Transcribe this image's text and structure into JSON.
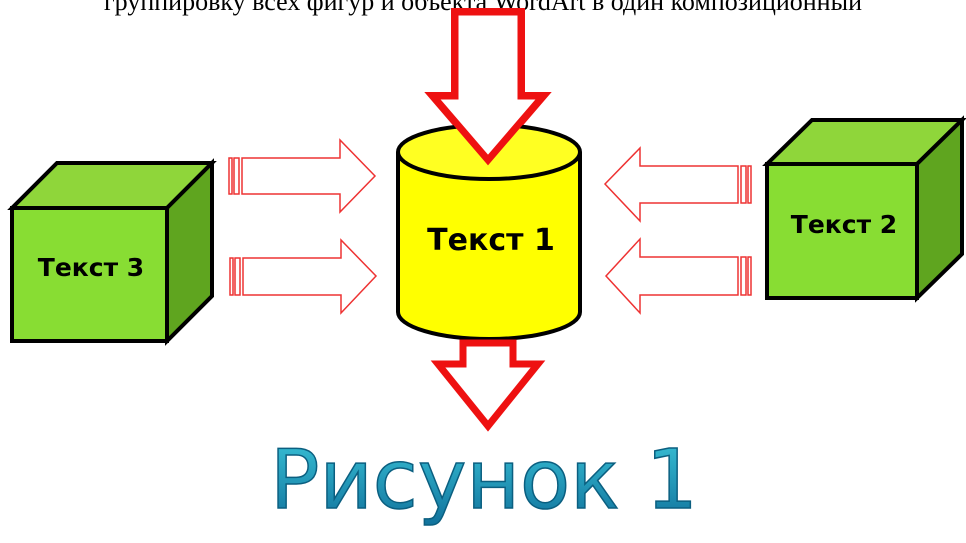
{
  "header_text": "группировку всех фигур и объекта WordArt в один композиционный",
  "shapes": {
    "cylinder_label": "Текст 1",
    "cube_right_label": "Текст 2",
    "cube_left_label": "Текст 3"
  },
  "caption": "Рисунок 1",
  "colors": {
    "cube_fill": "#88dd33",
    "cylinder_fill": "#ffff00",
    "arrow_stroke": "#ee2222",
    "caption_fill": "#1fa7b8"
  }
}
